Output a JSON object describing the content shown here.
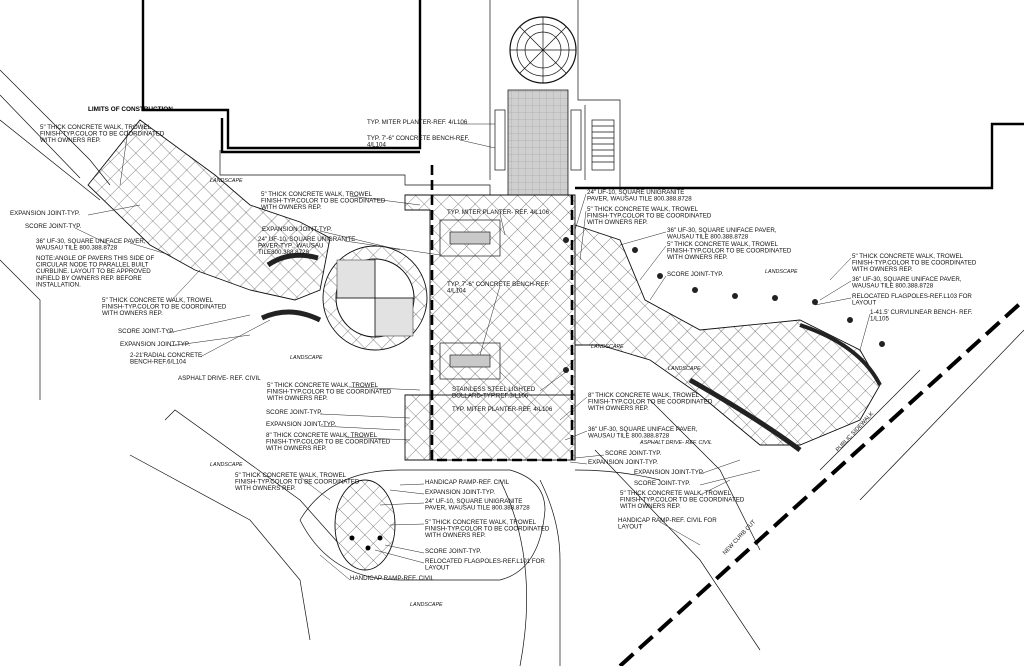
{
  "labels": {
    "limits": "LIMITS OF CONSTRUCTION",
    "walk_nw": "5\" THICK CONCRETE WALK, TROWEL FINISH-TYP.COLOR TO BE COORDINATED WITH OWNERS REP.",
    "expansion_nw": "EXPANSION JOINT-TYP.",
    "score_nw": "SCORE JOINT-TYP.",
    "uniface_nw": "36\" UF-30, SQUARE UNIFACE PAVER, WAUSAU TILE 800.388.8728",
    "note_pavers": "NOTE:ANGLE OF PAVERS THIS SIDE OF CIRCULAR NODE TO PARALLEL BUILT CURBLINE. LAYOUT TO BE APPROVED INFIELD BY OWNERS REP. BEFORE INSTALLATION.",
    "walk_w": "5\" THICK CONCRETE WALK, TROWEL FINISH-TYP.COLOR TO BE COORDINATED WITH OWNERS REP.",
    "score_w": "SCORE JOINT-TYP.",
    "expansion_w": "EXPANSION JOINT-TYP.",
    "radial_bench": "2-21'RADIAL CONCRETE BENCH-REF.6/L104",
    "asphalt_w": "ASPHALT DRIVE- REF. CIVIL",
    "miter_top": "TYP. MITER PLANTER-REF. 4/L106",
    "bench_top": "TYP. 7'-6\" CONCRETE BENCH-REF. 4/L104",
    "walk_c": "5\" THICK CONCRETE WALK, TROWEL FINISH-TYP.COLOR TO BE COORDINATED WITH OWNERS REP.",
    "expansion_c": "EXPANSION JOINT-TYP.",
    "unigranite_c": "24\" UF-10, SQUARE UNIGRANITE PAVER-TYP., WAUSAU TILE800.388.8728",
    "miter_c": "TYP. MITER PLANTER- REF. 4/L106",
    "bench_c": "TYP. 7'-6\" CONCRETE BENCH-REF. 4/L104",
    "walk_c2": "5\" THICK CONCRETE WALK, TROWEL FINISH-TYP.COLOR TO BE COORDINATED WITH OWNERS REP.",
    "score_c2": "SCORE JOINT-TYP.",
    "expansion_c2": "EXPANSION JOINT-TYP.",
    "walk8_c": "8\" THICK CONCRETE WALK, TROWEL FINISH-TYP.COLOR TO BE COORDINATED WITH OWNERS REP.",
    "bollard": "STAINLESS STEEL LIGHTED BOLLARD-TYP.REF.3/L106",
    "miter_c2": "TYP. MITER PLANTER-REF. 4/L106",
    "unigranite_ne": "24\" UF-10, SQUARE UNIGRANITE PAVER, WAUSAU TILE 800.388.8728",
    "walk_ne": "5\" THICK CONCRETE WALK, TROWEL FINISH-TYP.COLOR TO BE COORDINATED WITH OWNERS REP.",
    "uniface_ne": "36\" UF-30, SQUARE UNIFACE PAVER, WAUSAU TILE 800.388.8728",
    "walk_ne2": "5\" THICK CONCRETE WALK, TROWEL FINISH-TYP.COLOR TO BE COORDINATED WITH OWNERS REP.",
    "score_ne": "SCORE JOINT-TYP.",
    "walk_e": "5\" THICK CONCRETE WALK, TROWEL FINISH-TYP.COLOR TO BE COORDINATED WITH OWNERS REP.",
    "uniface_e": "36\" UF-30, SQUARE UNIFACE PAVER, WAUSAU TILE 800.388.8728",
    "flagpoles_e": "RELOCATED FLAGPOLES-REF.L103 FOR LAYOUT",
    "curv_bench": "1-41.5' CURVILINEAR BENCH- REF. 1/L105",
    "walk8_s": "8\" THICK CONCRETE WALK, TROWEL FINISH-TYP.COLOR TO BE COORDINATED WITH OWNERS REP.",
    "uniface_s": "36\" UF-30, SQUARE UNIFACE PAVER, WAUSAU TILE 800.388.8728",
    "score_s": "SCORE JOINT-TYP.",
    "expansion_s": "EXPANSION JOINT-TYP.",
    "asphalt_e": "ASPHALT DRIVE- REF. CIVIL",
    "expansion_se": "EXPANSION JOINT-TYP.",
    "score_se": "SCORE JOINT-TYP.",
    "walk_se": "5\" THICK CONCRETE WALK, TROWEL FINISH-TYP.COLOR TO BE COORDINATED WITH OWNERS REP.",
    "ramp_se": "HANDICAP RAMP-REF. CIVIL FOR LAYOUT",
    "walk_sw": "5\" THICK CONCRETE WALK, TROWEL FINISH-TYP.COLOR TO BE COORDINATED WITH OWNERS REP.",
    "ramp_s": "HANDICAP RAMP-REF. CIVIL",
    "expansion_sw": "EXPANSION JOINT-TYP.",
    "unigranite_sw": "24\" UF-10, SQUARE UNIGRANITE PAVER, WAUSAU TILE 800.388.8728",
    "walk_sw2": "5\" THICK CONCRETE WALK, TROWEL FINISH-TYP.COLOR TO BE COORDINATED WITH OWNERS REP.",
    "score_sw": "SCORE JOINT-TYP.",
    "flagpoles_sw": "RELOCATED FLAGPOLES-REF.L101 FOR LAYOUT",
    "ramp_sw": "HANDICAP RAMP-REF. CIVIL",
    "landscape": "LANDSCAPE",
    "public_sidewalk": "PUBLIC SIDEWALK",
    "new_curb_cut": "NEW CURB CUT"
  },
  "colors": {
    "ink": "#111111",
    "paver_fill": "#c9c9c9",
    "background": "#ffffff"
  }
}
